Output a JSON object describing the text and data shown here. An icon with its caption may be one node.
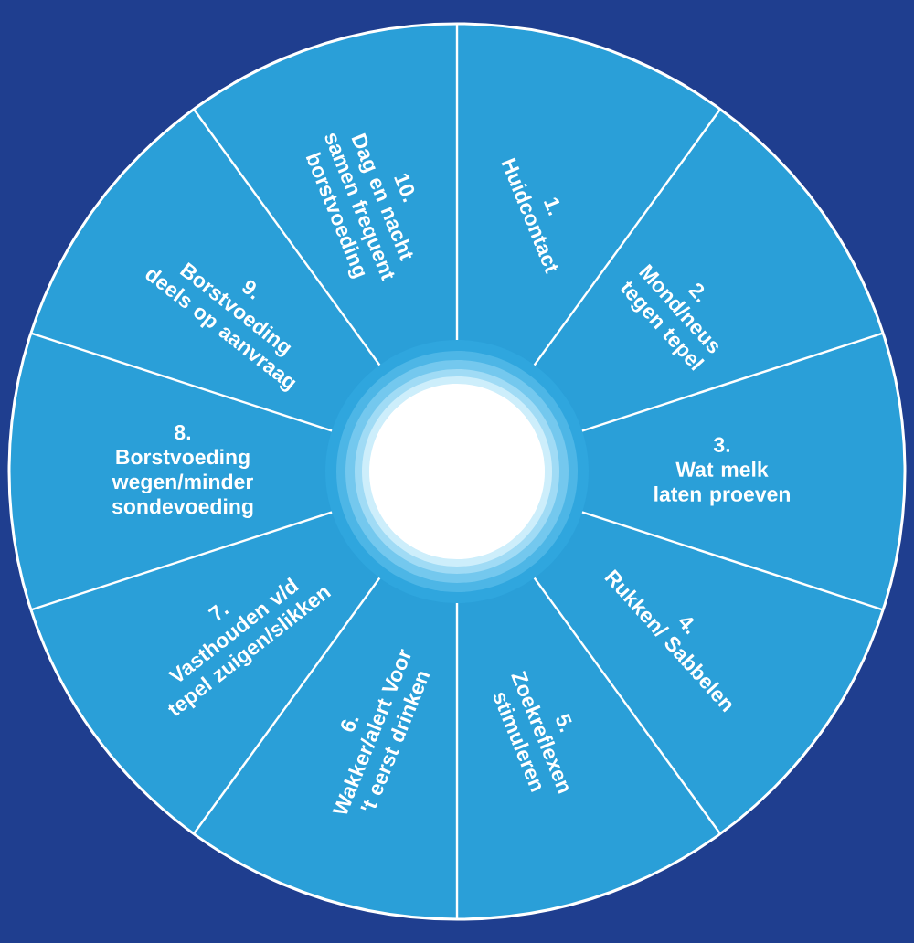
{
  "diagram": {
    "nodes": [
      {
        "text": [
          "1.",
          "Huidcontact"
        ]
      },
      {
        "text": [
          "2.",
          "Mond/neus tegen tepel"
        ]
      },
      {
        "text": [
          "3.",
          "Wat melk laten proeven"
        ]
      },
      {
        "text": [
          "4.",
          "Rukken/ Sabbelen"
        ]
      },
      {
        "text": [
          "5.",
          "Zoekreflexen stimuleren"
        ]
      },
      {
        "text": [
          "6.",
          "Wakker/alert Voor 't eerst drinken"
        ]
      },
      {
        "text": [
          "7.",
          "Vasthouden v/d tepel zuigen/slikken"
        ]
      },
      {
        "text": [
          "8.",
          "Borstvoeding wegen/minder sondevoeding"
        ]
      },
      {
        "text": [
          "9.",
          "Borstvoeding deels op aanvraag"
        ]
      },
      {
        "text": [
          "10.",
          "Dag en nacht samen frequent borstvoeding"
        ]
      }
    ]
  }
}
